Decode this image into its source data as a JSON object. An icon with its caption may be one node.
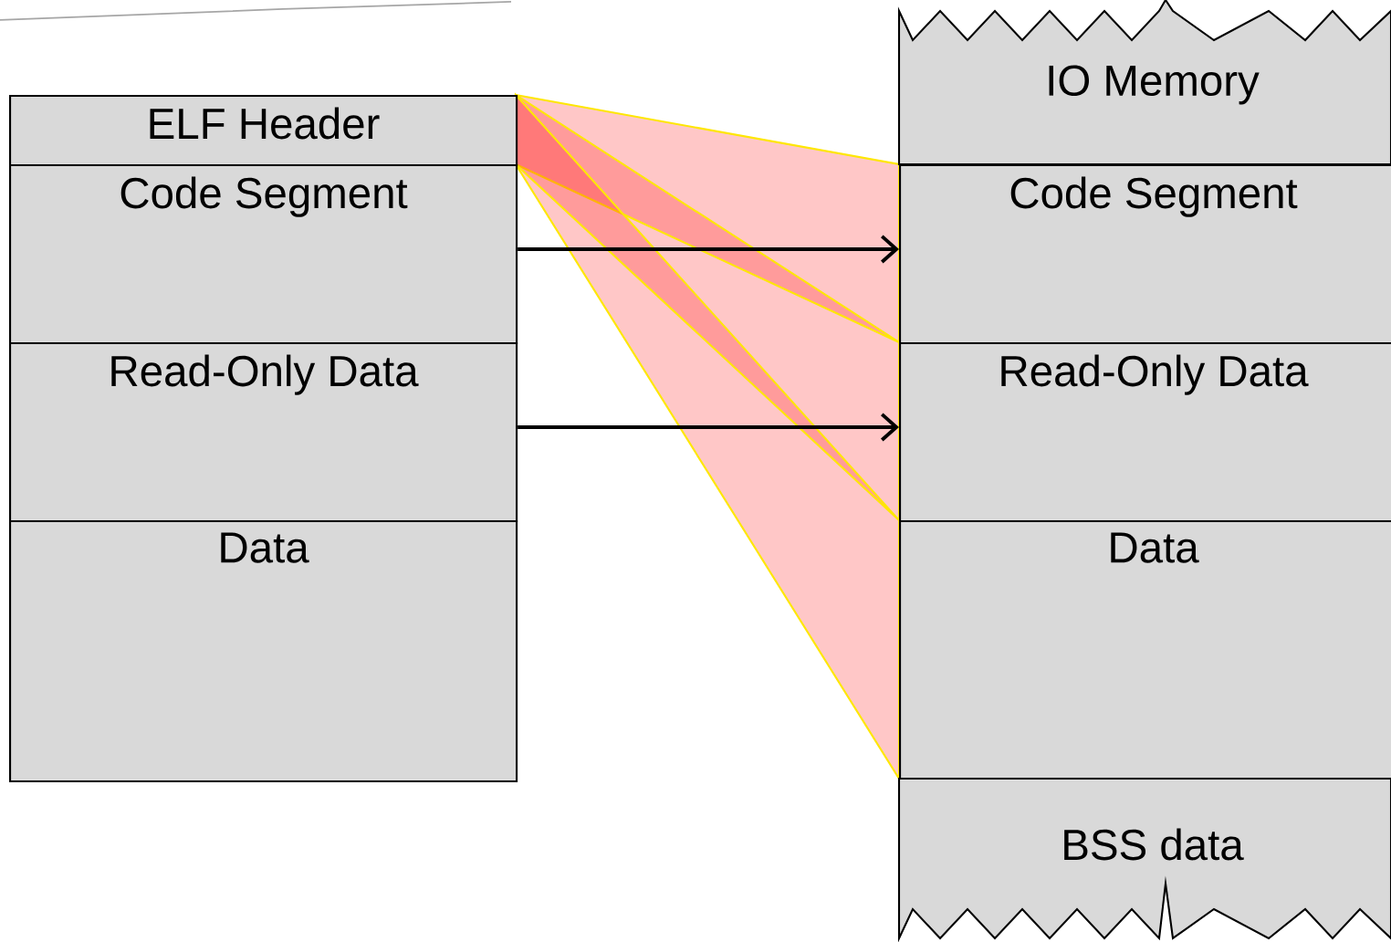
{
  "diagram": {
    "nodes": [
      {
        "text": [
          "ELF Header"
        ]
      },
      {
        "text": [
          "Code Segment"
        ]
      },
      {
        "text": [
          "Read-Only Data"
        ]
      },
      {
        "text": [
          "Data"
        ]
      },
      {
        "text": [
          "IO Memory"
        ]
      },
      {
        "text": [
          "Code Segment"
        ]
      },
      {
        "text": [
          "Read-Only Data"
        ]
      },
      {
        "text": [
          "Data"
        ]
      },
      {
        "text": [
          "BSS data"
        ]
      }
    ],
    "edges": [
      {
        "from": 1,
        "to": 5,
        "arrow": "to"
      },
      {
        "from": 2,
        "to": 6,
        "arrow": "to"
      }
    ]
  }
}
